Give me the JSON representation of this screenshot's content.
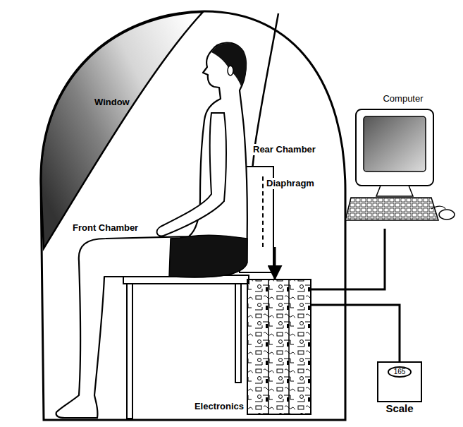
{
  "diagram": {
    "nodes": [
      {
        "text": [
          "Computer"
        ]
      },
      {
        "text": [
          "Diaphragm"
        ]
      },
      {
        "text": [
          "Electronics"
        ]
      },
      {
        "text": [
          "165",
          "Scale"
        ]
      }
    ],
    "edges": [
      {
        "from": 1,
        "to": 2,
        "arrow": "to"
      },
      {
        "from": 2,
        "to": 0,
        "arrow": "none"
      },
      {
        "from": 2,
        "to": 3,
        "arrow": "none"
      }
    ],
    "labels": [
      "Window",
      "Front Chamber",
      "Rear Chamber"
    ]
  }
}
